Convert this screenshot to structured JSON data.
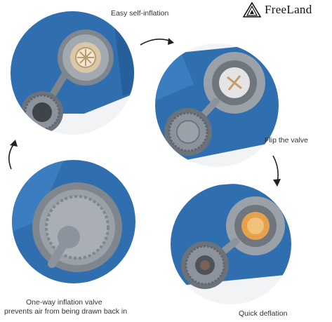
{
  "brand": {
    "name": "FreeLand",
    "logo_icon": "mountain-triangle-icon"
  },
  "steps": [
    {
      "id": "self-inflation",
      "caption": "Easy self-inflation"
    },
    {
      "id": "flip-valve",
      "caption": "Flip the valve"
    },
    {
      "id": "quick-deflation",
      "caption": "Quick deflation"
    },
    {
      "id": "one-way-valve",
      "caption_line1": "One-way inflation valve",
      "caption_line2": "prevents air from being drawn back in"
    }
  ],
  "colors": {
    "mat_blue": "#2f6fb0",
    "valve_gray": "#8c939c",
    "valve_dark": "#5f666e",
    "arrow": "#222222"
  }
}
